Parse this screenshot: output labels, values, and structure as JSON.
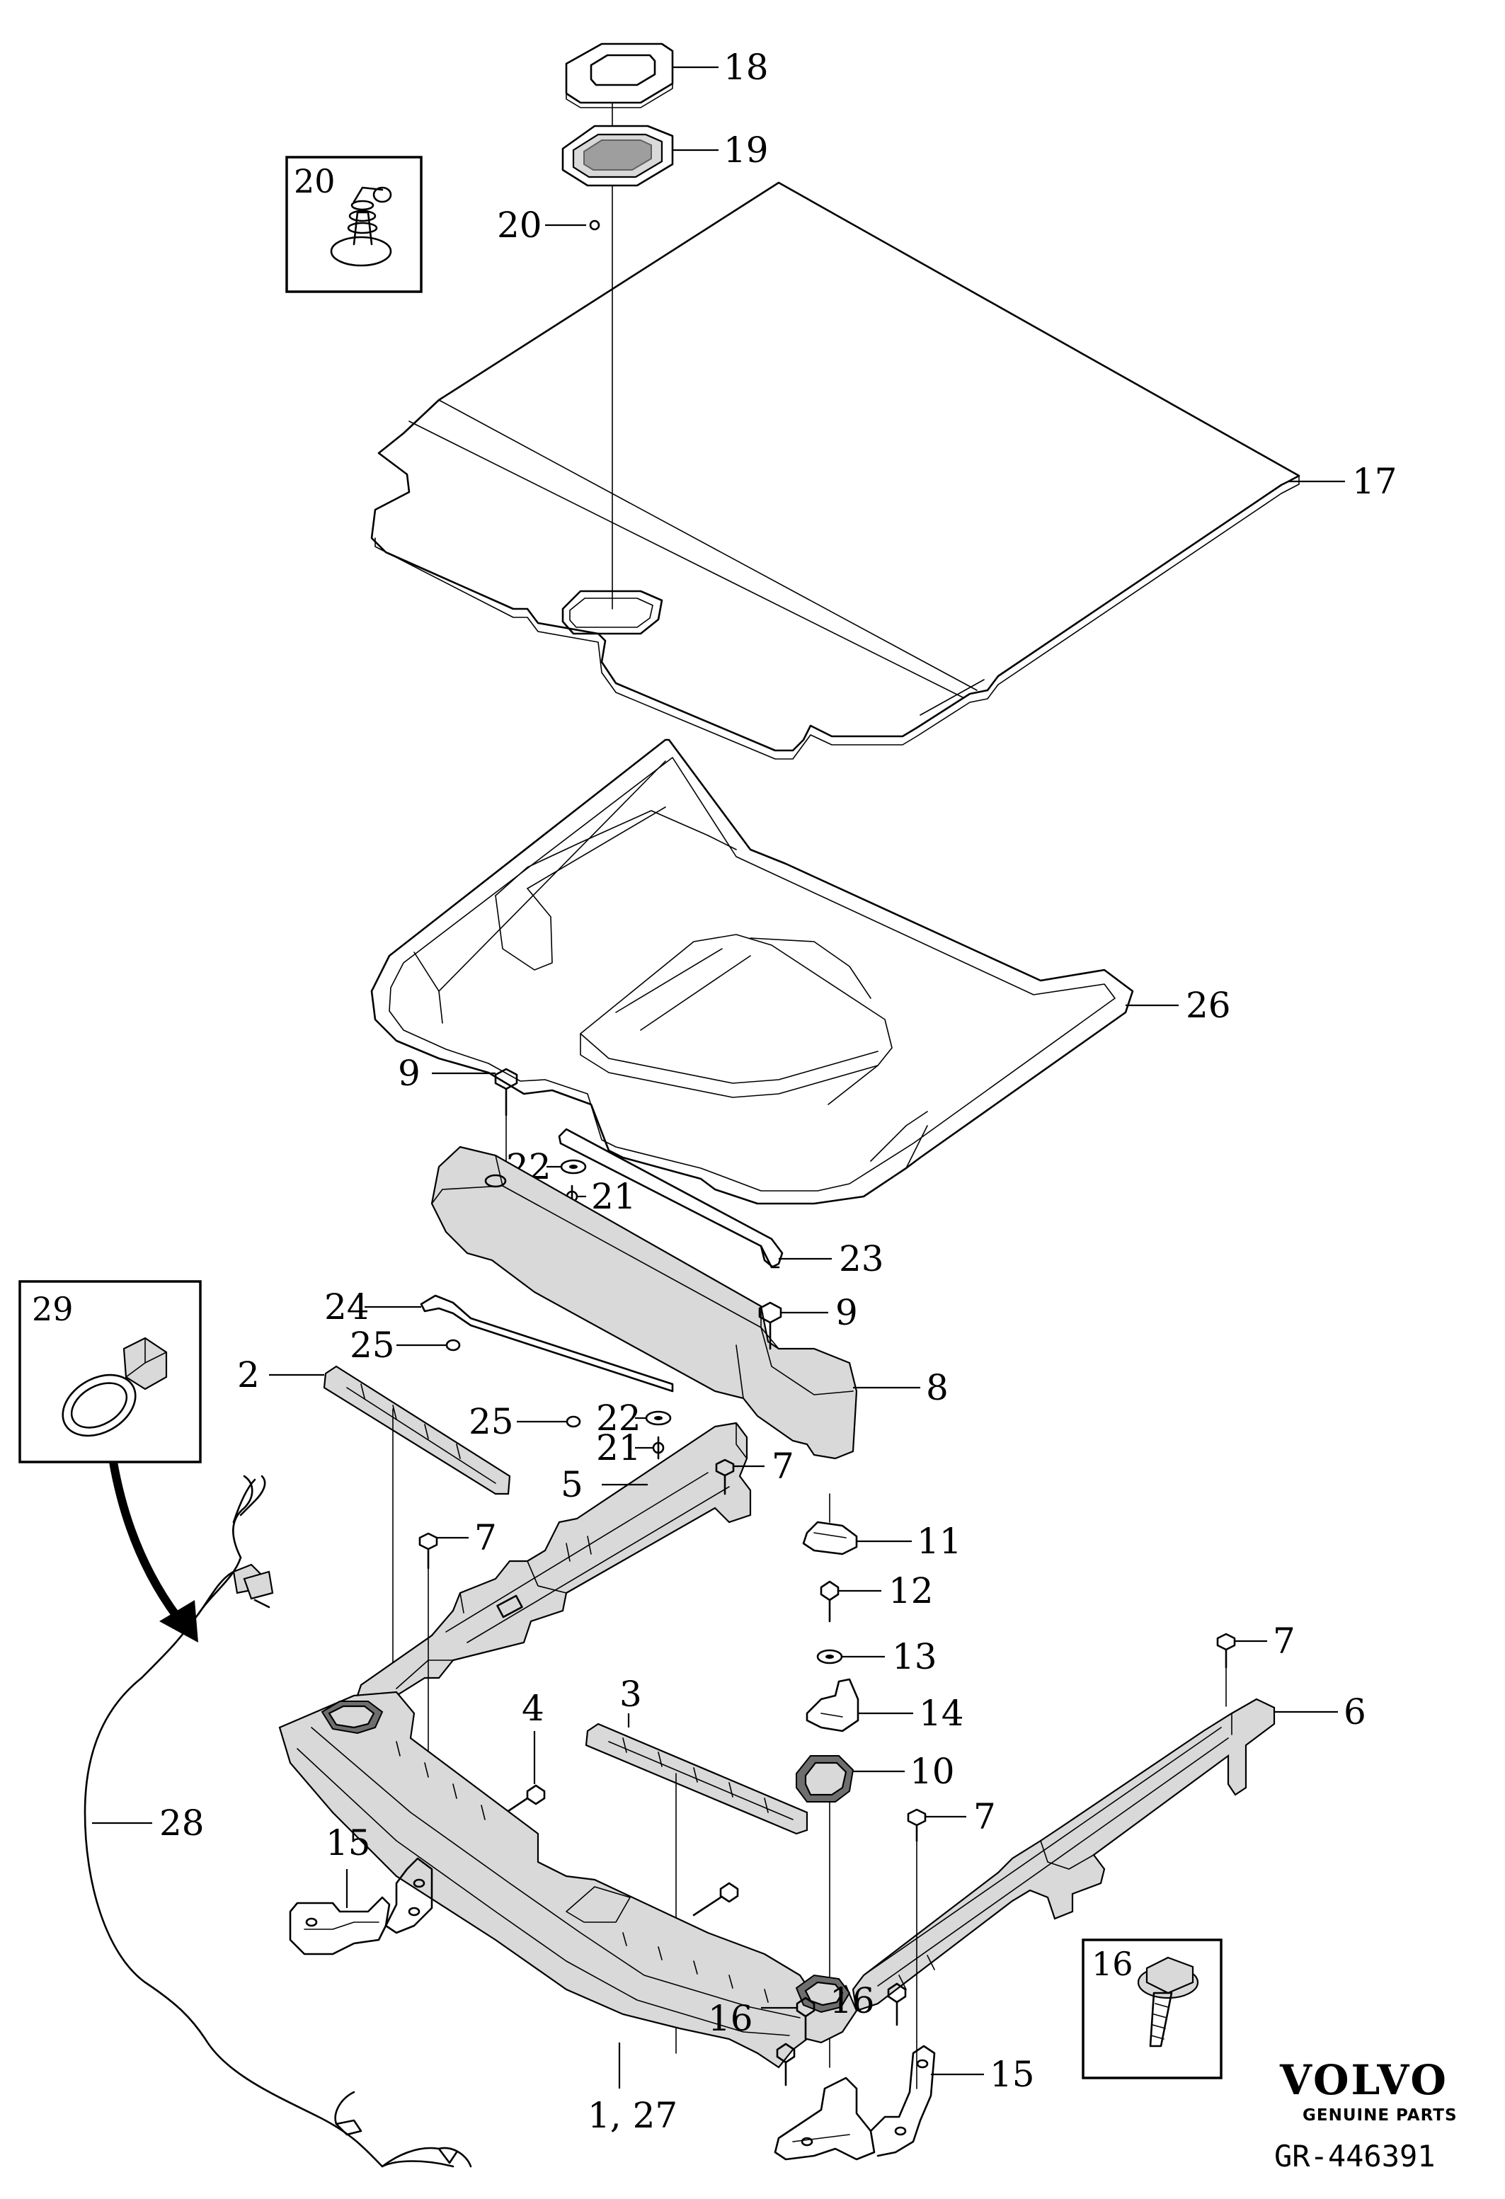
{
  "callouts": {
    "c18": "18",
    "c19": "19",
    "c20": "20",
    "c17": "17",
    "c26": "26",
    "c9a": "9",
    "c22a": "22",
    "c21a": "21",
    "c23": "23",
    "c24": "24",
    "c9b": "9",
    "c25a": "25",
    "c2": "2",
    "c8": "8",
    "c25b": "25",
    "c22b": "22",
    "c21b": "21",
    "c5": "5",
    "c7a": "7",
    "c7b": "7",
    "c11": "11",
    "c12": "12",
    "c13": "13",
    "c7c": "7",
    "c14": "14",
    "c6": "6",
    "c3": "3",
    "c4": "4",
    "c10": "10",
    "c28": "28",
    "c7d": "7",
    "c15a": "15",
    "c1_27": "1, 27",
    "c16a": "16",
    "c16b": "16",
    "c15b": "15"
  },
  "detail_boxes": {
    "box20": "20",
    "box29": "29",
    "box16": "16"
  },
  "branding": {
    "brand": "VOLVO",
    "sub": "GENUINE PARTS",
    "reference": "GR-446391"
  }
}
